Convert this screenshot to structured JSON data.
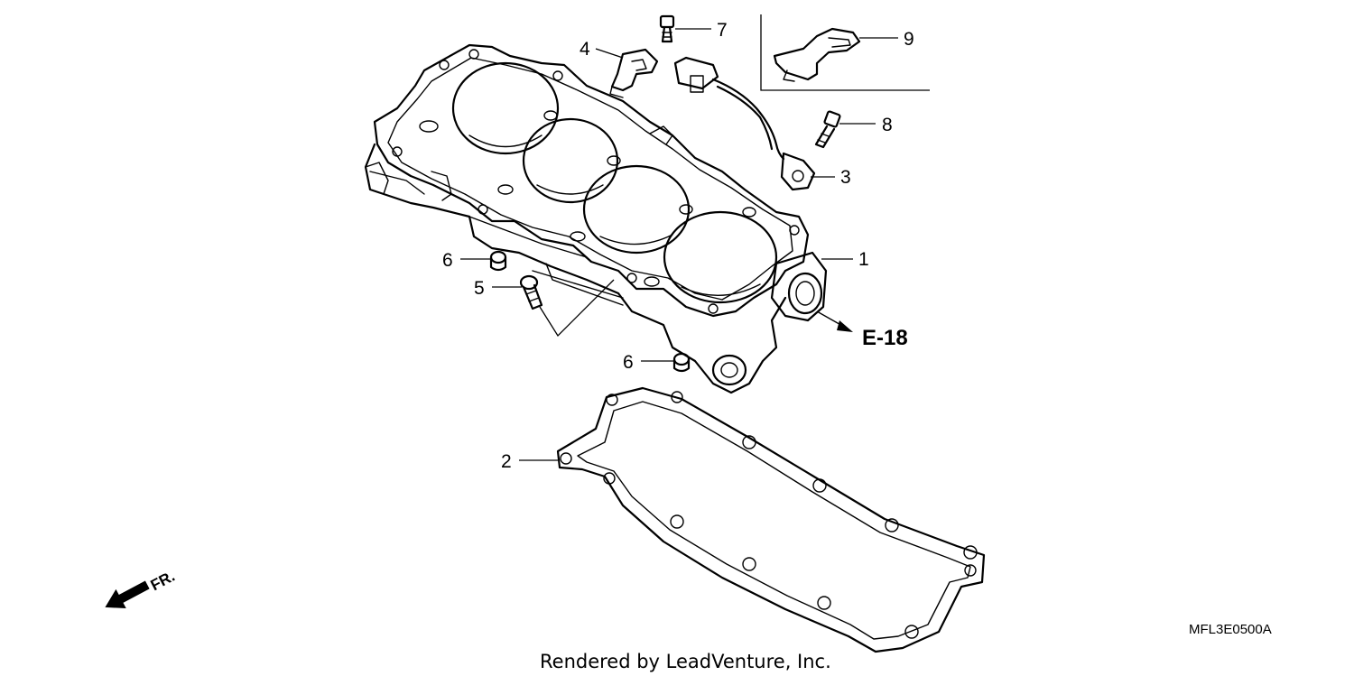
{
  "parts": [
    {
      "key": "1",
      "label": "1"
    },
    {
      "key": "2",
      "label": "2"
    },
    {
      "key": "3",
      "label": "3"
    },
    {
      "key": "4",
      "label": "4"
    },
    {
      "key": "5",
      "label": "5"
    },
    {
      "key": "6a",
      "label": "6"
    },
    {
      "key": "6b",
      "label": "6"
    },
    {
      "key": "7",
      "label": "7"
    },
    {
      "key": "8",
      "label": "8"
    },
    {
      "key": "9",
      "label": "9"
    }
  ],
  "reference": "E-18",
  "front_marker": "FR.",
  "diagram_code": "MFL3E0500A",
  "credit": "Rendered by LeadVenture, Inc."
}
